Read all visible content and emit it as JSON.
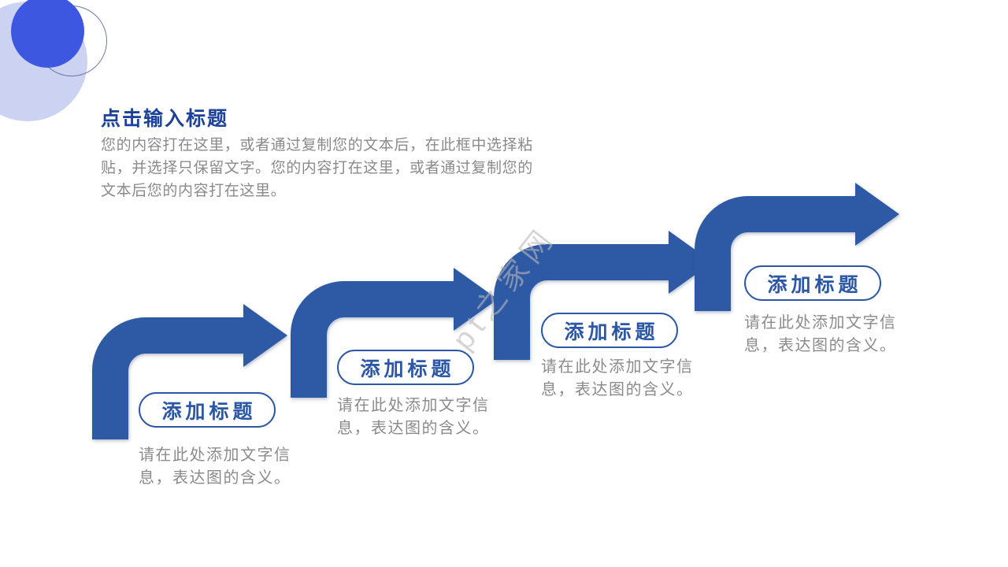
{
  "slide": {
    "title": "点击输入标题",
    "body": "您的内容打在这里，或者通过复制您的文本后，在此框中选择粘\n贴，并选择只保留文字。您的内容打在这里，或者通过复制您的\n文本后您的内容打在这里。",
    "watermark": "ppt之家网"
  },
  "steps": [
    {
      "label": "添加标题",
      "desc": "请在此处添加文字信\n息，表达图的含义。"
    },
    {
      "label": "添加标题",
      "desc": "请在此处添加文字信\n息，表达图的含义。"
    },
    {
      "label": "添加标题",
      "desc": "请在此处添加文字信\n息，表达图的含义。"
    },
    {
      "label": "添加标题",
      "desc": "请在此处添加文字信\n息，表达图的含义。"
    }
  ],
  "colors": {
    "arrow": "#2e59a5",
    "pill": "#2b57a6",
    "title": "#1c419a",
    "body_text": "#8a8a8a",
    "desc_text": "#8b8b8b",
    "circle_solid": "#3e57e0",
    "circle_light": "#ccd3f2",
    "circle_outline": "#6e78a8"
  }
}
